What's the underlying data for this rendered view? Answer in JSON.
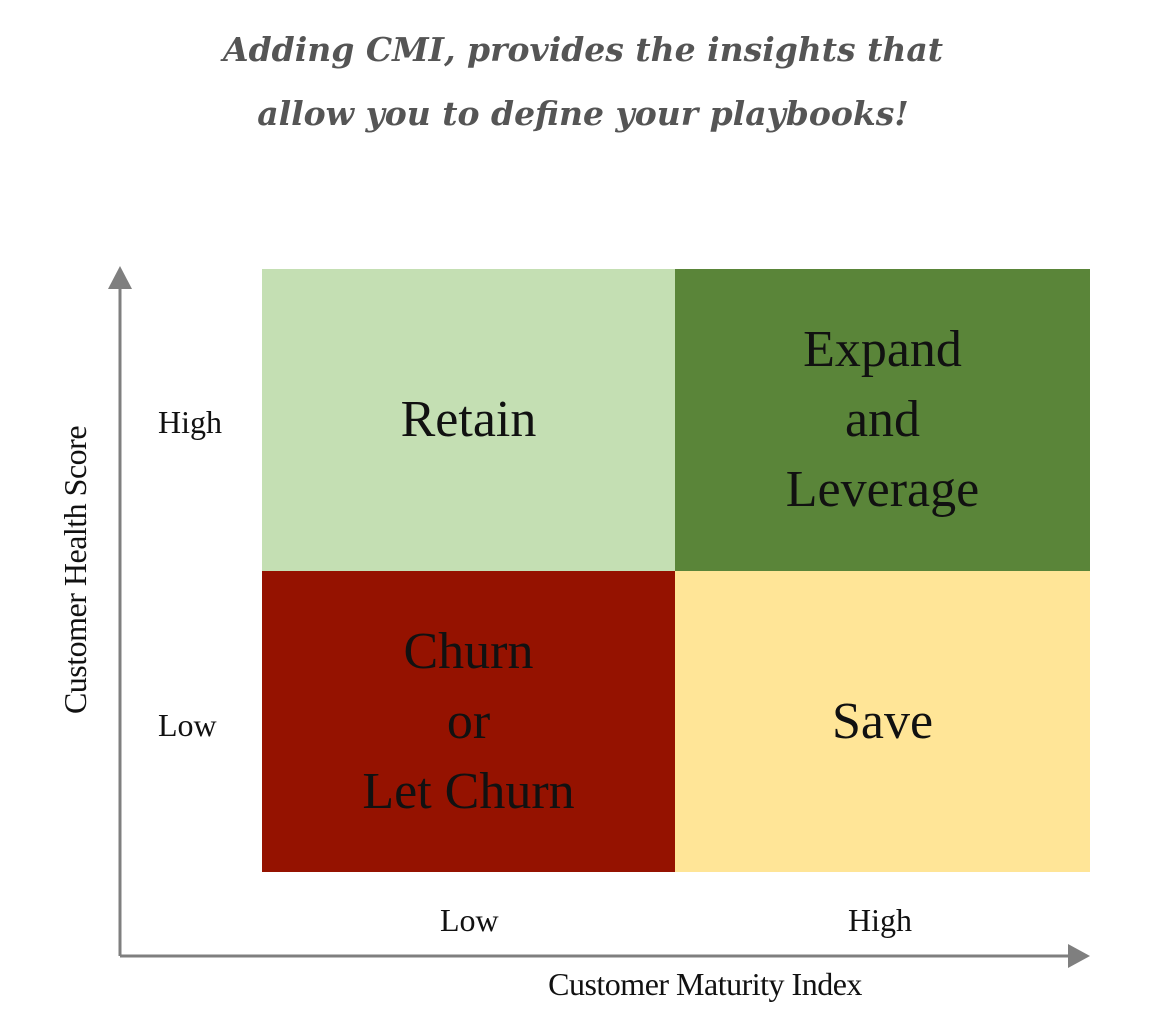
{
  "headline": {
    "line1": "Adding CMI, provides the insights that",
    "line2": "allow you to define your playbooks!"
  },
  "axes": {
    "y_label": "Customer Health Score",
    "x_label": "Customer Maturity Index",
    "y_ticks": {
      "high": "High",
      "low": "Low"
    },
    "x_ticks": {
      "low": "Low",
      "high": "High"
    }
  },
  "quadrants": {
    "top_left": {
      "lines": [
        "Retain"
      ],
      "color": "#c4dfb3"
    },
    "top_right": {
      "lines": [
        "Expand",
        "and",
        "Leverage"
      ],
      "color": "#5a8539"
    },
    "bottom_left": {
      "lines": [
        "Churn",
        "or",
        "Let Churn"
      ],
      "color": "#951200"
    },
    "bottom_right": {
      "lines": [
        "Save"
      ],
      "color": "#ffe597"
    }
  },
  "colors": {
    "axis": "#7f7f7f"
  }
}
